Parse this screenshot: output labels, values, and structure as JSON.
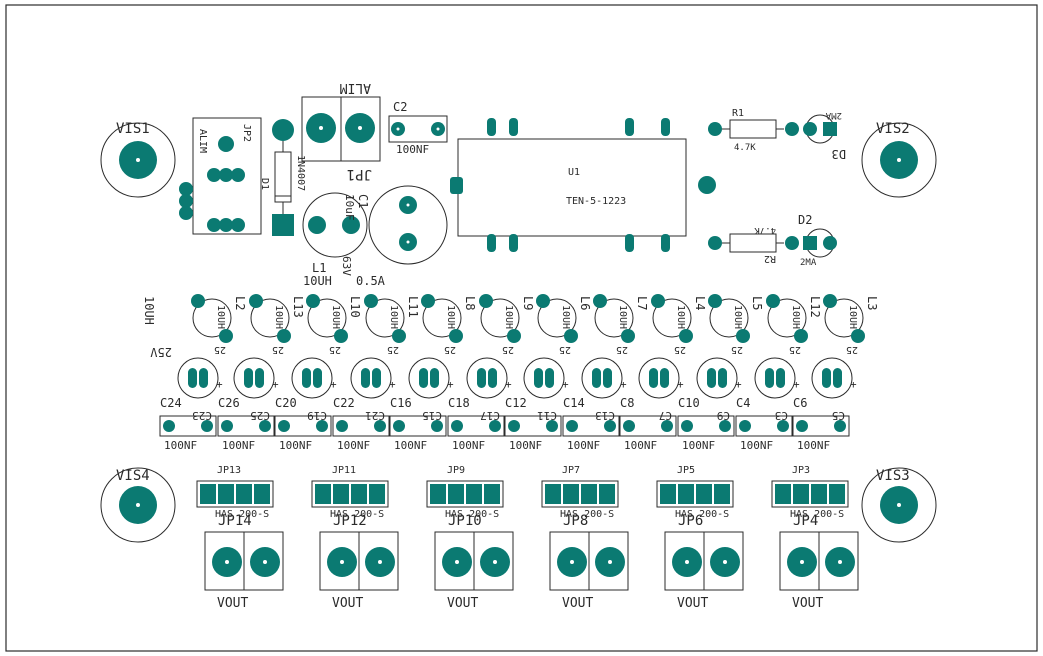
{
  "mounting_holes": [
    "VIS1",
    "VIS2",
    "VIS3",
    "VIS4"
  ],
  "input": {
    "connector": "JP1",
    "connector_label": "ALIM",
    "jumper": "JP2",
    "jumper_label": "ALIM",
    "diode": "D1",
    "diode_type": "1N4007",
    "capacitor": "C2",
    "capacitor_value": "100NF",
    "bulk_cap": "C1",
    "bulk_cap_value": "10uF",
    "bulk_cap_voltage": "63V",
    "inductor": "L1",
    "inductor_value": "10UH",
    "inductor_current": "0.5A"
  },
  "converter": {
    "ref": "U1",
    "part": "TEN-5-1223"
  },
  "indicators": [
    {
      "resistor": "R1",
      "resistor_value": "4.7K",
      "led": "D3",
      "led_current": "2MA"
    },
    {
      "resistor": "R2",
      "resistor_value": "4.7K",
      "led": "D2",
      "led_current": "2MA"
    }
  ],
  "filter_inductors": [
    "L2",
    "L13",
    "L10",
    "L11",
    "L8",
    "L9",
    "L6",
    "L7",
    "L4",
    "L5",
    "L12",
    "L3"
  ],
  "filter_inductor_value": "10UH",
  "filter_inductor_voltage": "25V",
  "filter_inductor_voltage_short": "25",
  "electrolytic_caps": [
    "C24",
    "C26",
    "C20",
    "C22",
    "C16",
    "C18",
    "C12",
    "C14",
    "C8",
    "C10",
    "C4",
    "C6"
  ],
  "decoupling_caps": [
    "C23",
    "C25",
    "C19",
    "C21",
    "C15",
    "C17",
    "C11",
    "C13",
    "C7",
    "C9",
    "C3",
    "C5"
  ],
  "decoupling_cap_value": "100NF",
  "outputs": [
    {
      "jumper": "JP13",
      "jumper_part": "HAS 200-S",
      "connector": "JP14",
      "label": "VOUT"
    },
    {
      "jumper": "JP11",
      "jumper_part": "HAS 200-S",
      "connector": "JP12",
      "label": "VOUT"
    },
    {
      "jumper": "JP9",
      "jumper_part": "HAS 200-S",
      "connector": "JP10",
      "label": "VOUT"
    },
    {
      "jumper": "JP7",
      "jumper_part": "HAS 200-S",
      "connector": "JP8",
      "label": "VOUT"
    },
    {
      "jumper": "JP5",
      "jumper_part": "HAS 200-S",
      "connector": "JP6",
      "label": "VOUT"
    },
    {
      "jumper": "JP3",
      "jumper_part": "HAS 200-S",
      "connector": "JP4",
      "label": "VOUT"
    }
  ],
  "colors": {
    "copper": "#0b7a72",
    "silkscreen": "#2b2b2b",
    "background": "#ffffff"
  }
}
